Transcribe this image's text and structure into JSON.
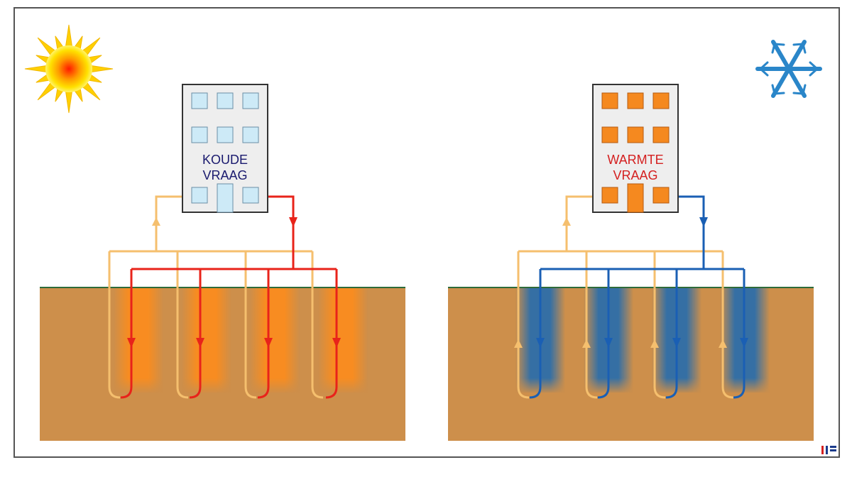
{
  "summer": {
    "label_line1": "KOUDE",
    "label_line2": "VRAAG",
    "icon": "sun-icon",
    "label_color": "#1a1a6e",
    "window_color": "#cdeaf7",
    "hot_pipe_color": "#e8231a",
    "cold_pipe_color": "#f5bf6e",
    "soil_tint": "#ff8c1a"
  },
  "winter": {
    "label_line1": "WARMTE",
    "label_line2": "VRAAG",
    "icon": "snowflake-icon",
    "label_color": "#d42020",
    "window_color": "#f5891f",
    "cold_pipe_color": "#1a5fb4",
    "warm_pipe_color": "#f5bf6e",
    "soil_tint": "#1a6ab4"
  },
  "colors": {
    "soil": "#cd8f4b",
    "ground_line": "#2e6b3a",
    "frame": "#555555"
  },
  "logo": {
    "icon": "if-logo-icon"
  }
}
